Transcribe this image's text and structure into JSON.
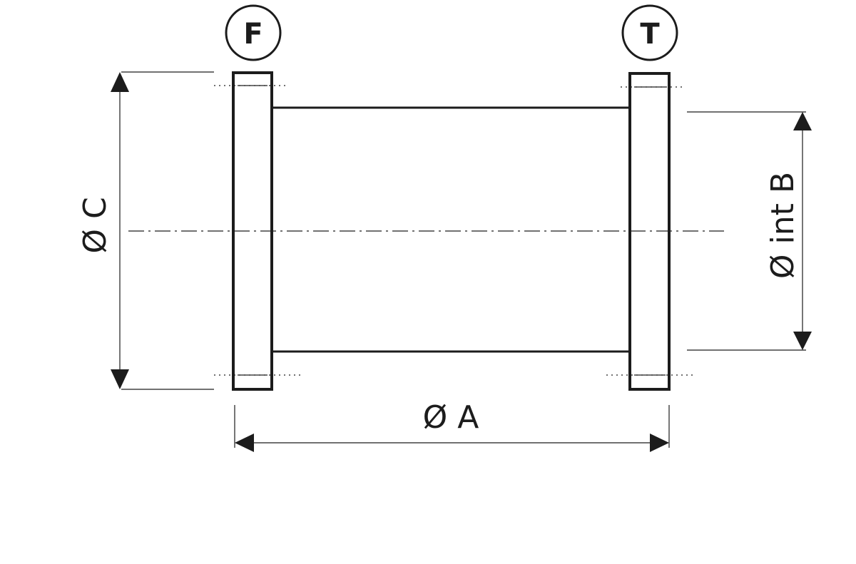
{
  "labels": {
    "flange_left": "F",
    "flange_right": "T",
    "dim_length": "Ø A",
    "dim_inner": "Ø int B",
    "dim_outer": "Ø C"
  }
}
